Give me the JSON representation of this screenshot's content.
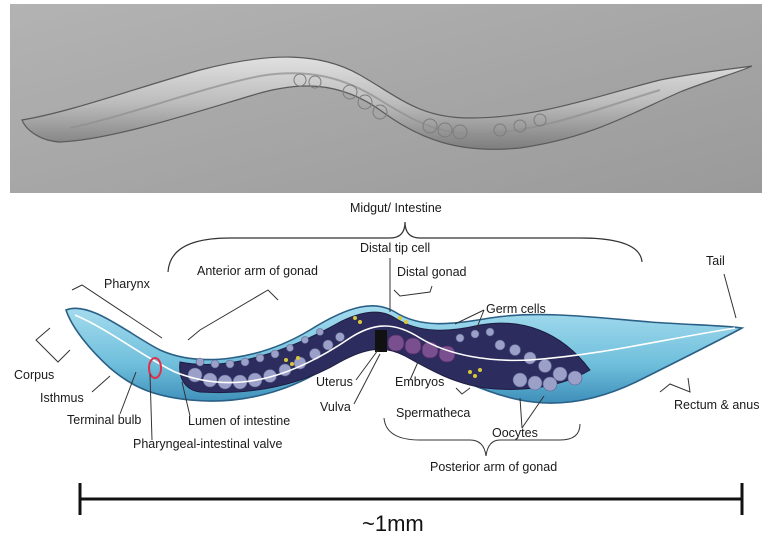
{
  "photo": {
    "description_icon": "c-elegans-micrograph"
  },
  "labels": {
    "midgut_intestine": "Midgut/ Intestine",
    "distal_tip_cell": "Distal tip cell",
    "pharynx": "Pharynx",
    "anterior_arm": "Anterior arm of gonad",
    "distal_gonad": "Distal gonad",
    "germ_cells": "Germ cells",
    "tail": "Tail",
    "corpus": "Corpus",
    "isthmus": "Isthmus",
    "terminal_bulb": "Terminal bulb",
    "lumen": "Lumen of intestine",
    "pi_valve": "Pharyngeal-intestinal valve",
    "uterus": "Uterus",
    "vulva": "Vulva",
    "embryos": "Embryos",
    "spermatheca": "Spermatheca",
    "oocytes": "Oocytes",
    "rectum_anus": "Rectum & anus",
    "posterior_arm": "Posterior arm of gonad"
  },
  "scale": {
    "label": "~1mm"
  },
  "colors": {
    "photo_bg": "#a6a6a6",
    "body_fill": "#7ec8e3",
    "body_outline": "#2a5f86",
    "gonad_fill": "#2c2c5e",
    "cell_fill": "#9aa0c8",
    "embryo_fill": "#7a4f8f"
  }
}
